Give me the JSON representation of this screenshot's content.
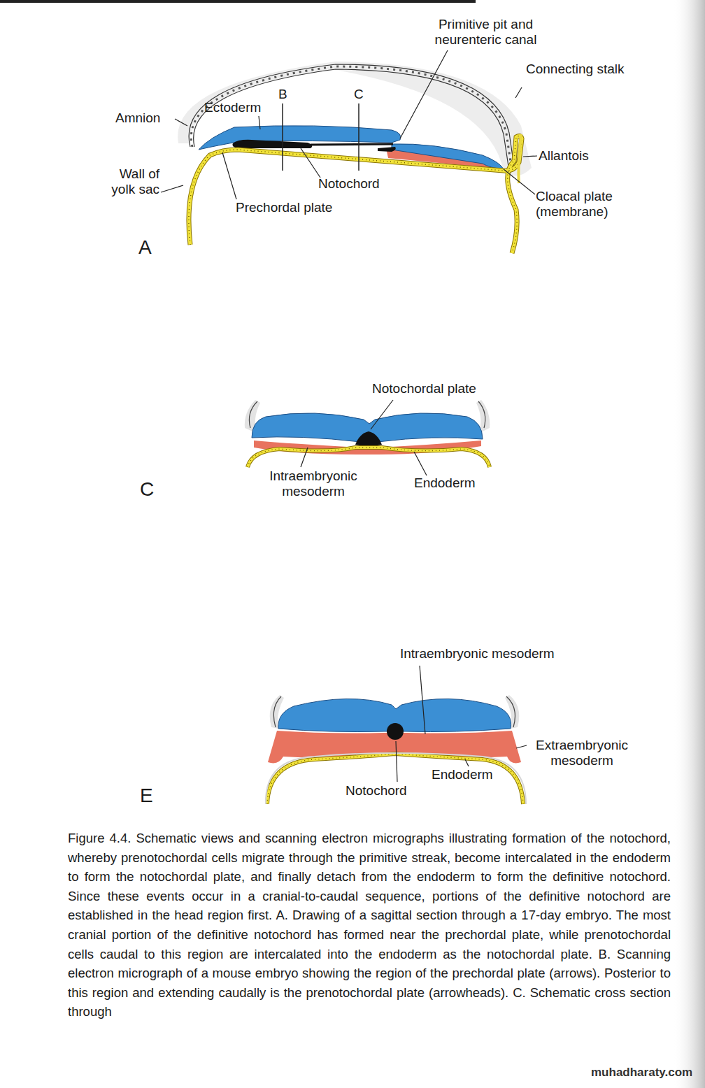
{
  "diagram": {
    "caption": "Figure 4.4. Schematic views and scanning electron micrographs illustrating formation of the notochord, whereby prenotochordal cells migrate through the primitive streak, become intercalated in the endoderm to form the notochordal plate, and finally detach from the endoderm to form the definitive notochord. Since these events occur in a cranial-to-caudal sequence, portions of the definitive notochord are established in the head region first. A. Drawing of a sagittal section through a 17-day embryo. The most cranial portion of the definitive notochord has formed near the prechordal plate, while prenotochordal cells caudal to this region are intercalated into the endoderm as the notochordal plate. B. Scanning electron micrograph of a mouse embryo showing the region of the prechordal plate (arrows). Posterior to this region and extending caudally is the prenotochordal plate (arrowheads). C. Schematic cross section through",
    "labels": [
      "Primitive pit and neurenteric canal",
      "Connecting stalk",
      "Amnion",
      "Ectoderm",
      "B",
      "C",
      "Allantois",
      "Wall of yolk sac",
      "Notochord",
      "Prechordal plate",
      "Cloacal plate (membrane)",
      "A",
      "Notochordal plate",
      "Intraembryonic mesoderm",
      "Endoderm",
      "C",
      "Intraembryonic mesoderm",
      "Extraembryonic mesoderm",
      "Endoderm",
      "Notochord",
      "E",
      "muhadharaty.com"
    ]
  }
}
